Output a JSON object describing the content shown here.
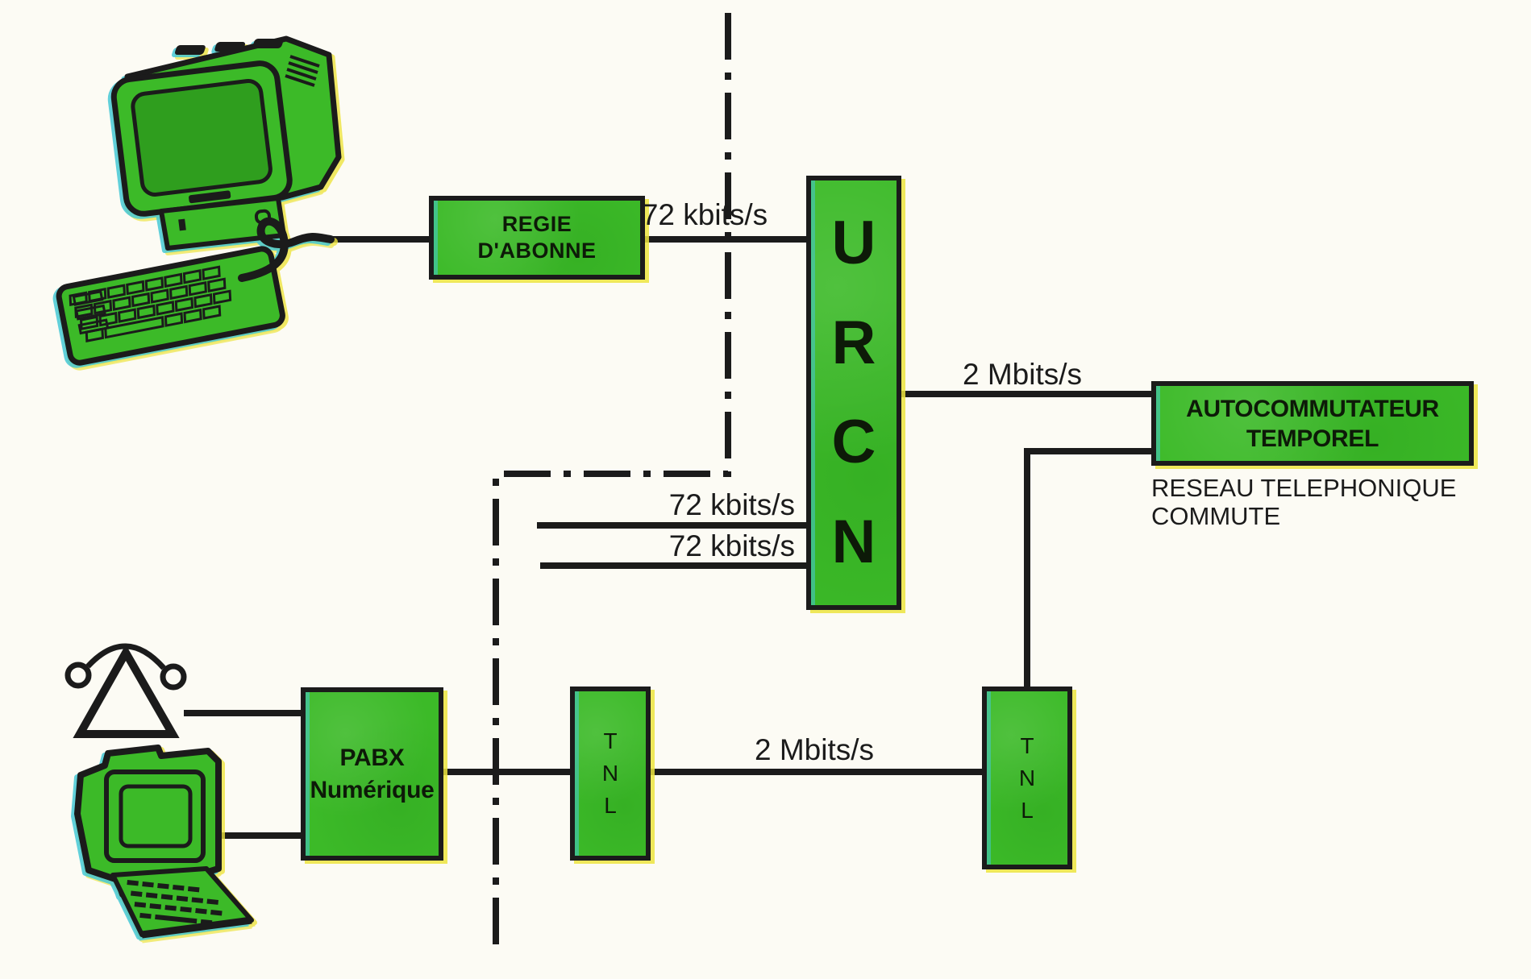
{
  "diagram": {
    "boxes": {
      "regie": {
        "lines": [
          "REGIE",
          "D'ABONNE"
        ]
      },
      "urcn": {
        "letters": [
          "U",
          "R",
          "C",
          "N"
        ]
      },
      "autocommutateur": {
        "lines": [
          "AUTOCOMMUTATEUR",
          "TEMPOREL"
        ]
      },
      "pabx": {
        "lines": [
          "PABX",
          "Numérique"
        ]
      },
      "tnl_left": {
        "letters": [
          "T",
          "N",
          "L"
        ]
      },
      "tnl_right": {
        "letters": [
          "T",
          "N",
          "L"
        ]
      }
    },
    "link_labels": {
      "regie_to_urcn": "72 kbits/s",
      "urcn_input_2": "72 kbits/s",
      "urcn_input_3": "72 kbits/s",
      "urcn_to_autocommutateur": "2 Mbits/s",
      "tnl_to_tnl": "2 Mbits/s"
    },
    "annotations": {
      "reseau": {
        "lines": [
          "RESEAU TELEPHONIQUE",
          "COMMUTE"
        ]
      }
    },
    "icons": [
      "desktop-terminal-icon",
      "antenna-icon",
      "portable-terminal-icon"
    ],
    "colors": {
      "green": "#3cba28",
      "ink": "#1b1b1b",
      "paper": "#fcfbf4",
      "cyan_misprint": "#45c8d5",
      "yellow_misprint": "#ece43e"
    }
  }
}
